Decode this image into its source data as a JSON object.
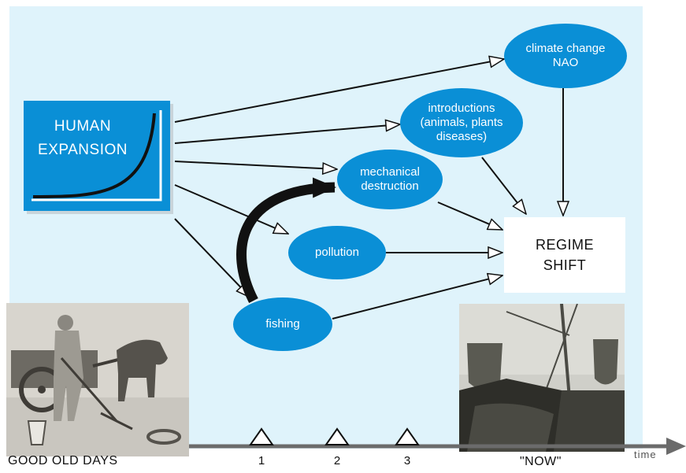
{
  "nodes": {
    "human_expansion": "HUMAN EXPANSION",
    "climate": [
      "climate change",
      "NAO"
    ],
    "introductions": [
      "introductions",
      "(animals, plants",
      "diseases)"
    ],
    "mechanical": [
      "mechanical",
      "destruction"
    ],
    "pollution": "pollution",
    "fishing": "fishing",
    "regime_shift": [
      "REGIME",
      "SHIFT"
    ]
  },
  "timeline": {
    "start_label": "GOOD OLD DAYS",
    "ticks": [
      "1",
      "2",
      "3"
    ],
    "now_label": "\"NOW\"",
    "axis_label": "time"
  },
  "colors": {
    "background": "#dff3fb",
    "node_fill": "#0a8fd6",
    "timeline": "#6b6b6b"
  }
}
